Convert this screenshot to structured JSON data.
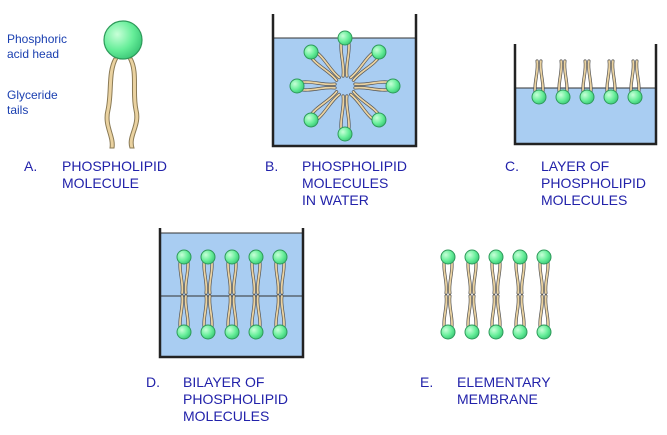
{
  "legend": {
    "head": "Phosphoric\nacid head",
    "tails": "Glyceride\ntails"
  },
  "panels": {
    "a": {
      "letter": "A.",
      "caption": "PHOSPHOLIPID\nMOLECULE"
    },
    "b": {
      "letter": "B.",
      "caption": "PHOSPHOLIPID\nMOLECULES\nIN WATER"
    },
    "c": {
      "letter": "C.",
      "caption": "LAYER OF\nPHOSPHOLIPID\nMOLECULES"
    },
    "d": {
      "letter": "D.",
      "caption": "BILAYER OF\nPHOSPHOLIPID\nMOLECULES"
    },
    "e": {
      "letter": "E.",
      "caption": "ELEMENTARY\nMEMBRANE"
    }
  },
  "colors": {
    "head_fill": "#66ee99",
    "tail_fill": "#ead2a0",
    "water": "#a9cdf2",
    "text": "#2222aa"
  },
  "molecule_counts": {
    "micelle": 8,
    "monolayer": 5,
    "bilayer_pairs": 5,
    "membrane_pairs": 5
  }
}
